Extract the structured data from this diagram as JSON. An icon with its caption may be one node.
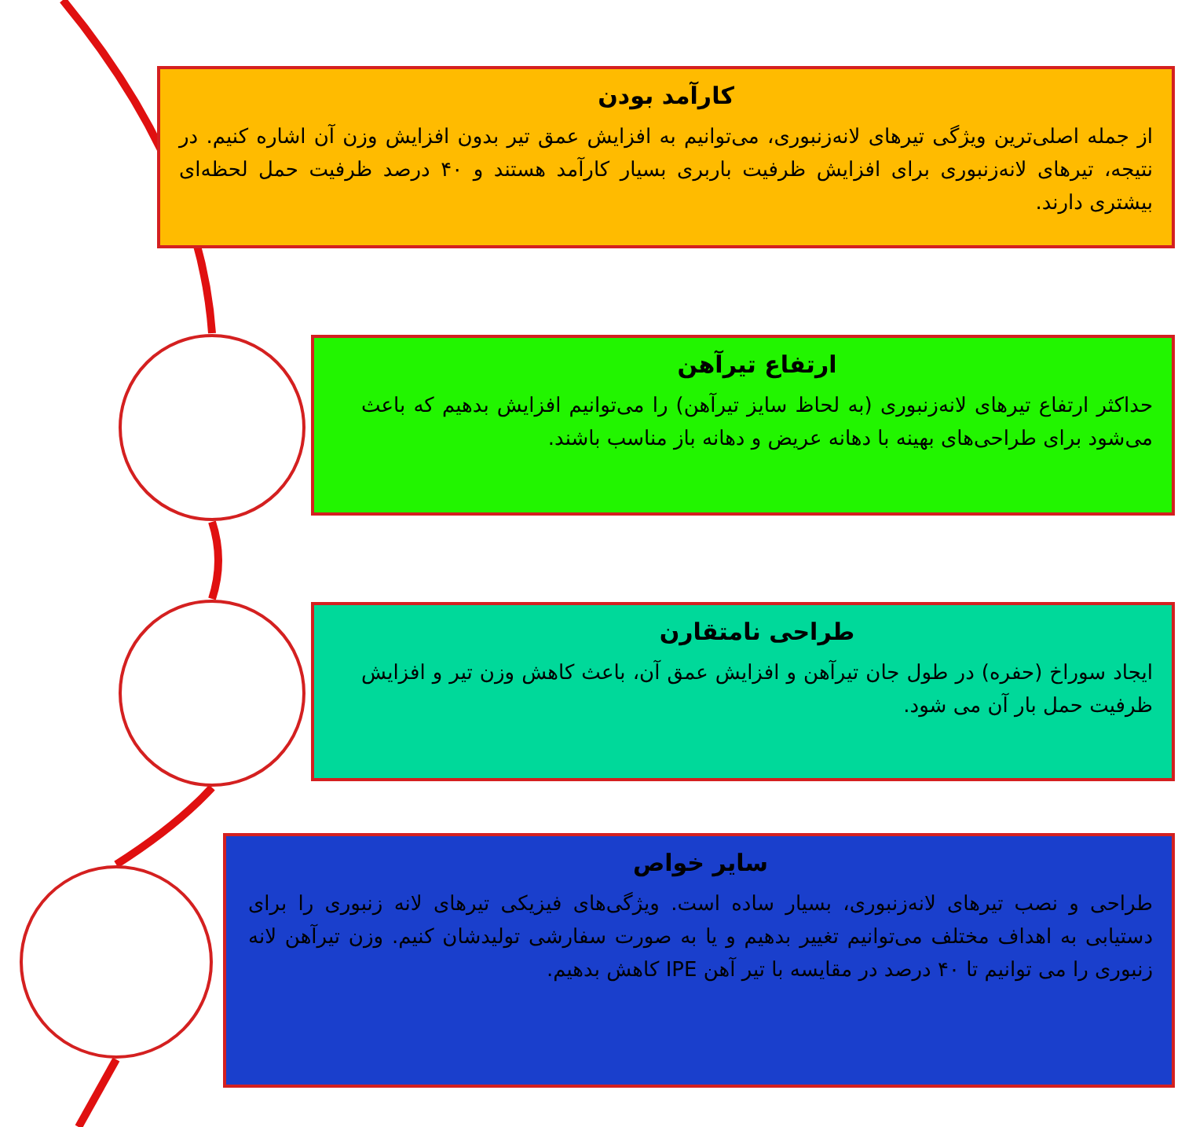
{
  "diagram": {
    "nodes": [
      {
        "text": [
          "کارآمد بودن",
          "از جمله اصلی‌ترین ویژگی تیرهای لانه‌زنبوری، می‌توانیم به افزایش عمق تیر بدون افزایش وزن آن اشاره کنیم. در نتیجه، تیرهای لانه‌زنبوری برای افزایش ظرفیت باربری بسیار کارآمد هستند و  ۴۰ درصد ظرفیت حمل لحظه‌ای بیشتری دارند."
        ]
      },
      {
        "text": [],
        "shape": "circle"
      },
      {
        "text": [
          "ارتفاع تیرآهن",
          "حداکثر ارتفاع تیرهای لانه‌زنبوری (به لحاظ سایز تیرآهن) را می‌توانیم افزایش بدهیم که باعث می‌شود برای طراحی‌های بهینه با دهانه عریض و دهانه باز  مناسب باشند."
        ]
      },
      {
        "text": [],
        "shape": "circle"
      },
      {
        "text": [
          "طراحی نامتقارن",
          "ایجاد سوراخ (حفره) در طول جان تیرآهن و افزایش عمق آن، باعث کاهش وزن تیر و افزایش ظرفیت حمل بار آن می شود."
        ]
      },
      {
        "text": [],
        "shape": "circle"
      },
      {
        "text": [
          "سایر خواص",
          "طراحی و نصب تیرهای لانه‌زنبوری، بسیار ساده است. ویژگی‌های فیزیکی تیرهای لانه زنبوری را برای دستیابی به اهداف مختلف می‌توانیم تغییر بدهیم و یا به صورت سفارشی تولیدشان کنیم. وزن تیرآهن لانه زنبوری را می توانیم تا ۴۰ درصد در مقایسه با تیر آهن IPE کاهش بدهیم."
        ]
      }
    ],
    "edges": [
      {
        "from": null,
        "to": 1,
        "arrow": "none"
      },
      {
        "from": 1,
        "to": 3,
        "arrow": "none"
      },
      {
        "from": 3,
        "to": 5,
        "arrow": "none"
      },
      {
        "from": 5,
        "to": null,
        "arrow": "none"
      }
    ]
  }
}
